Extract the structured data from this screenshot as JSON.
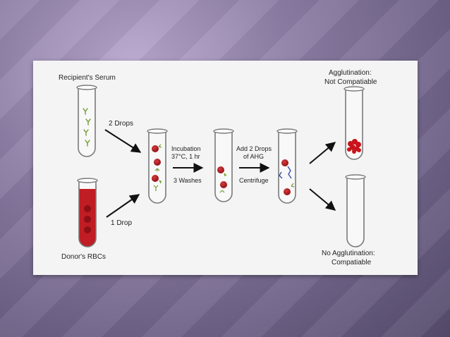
{
  "labels": {
    "recipient_serum": "Recipient's Serum",
    "donor_rbcs": "Donor's RBCs",
    "two_drops": "2 Drops",
    "one_drop": "1 Drop",
    "incubation_line1": "Incubation",
    "incubation_line2": "37°C, 1 hr",
    "washes": "3 Washes",
    "ahg_line1": "Add 2 Drops",
    "ahg_line2": "of AHG",
    "centrifuge": "Centrifuge",
    "agglutination_line1": "Agglutination:",
    "agglutination_line2": "Not Compatiable",
    "no_agglutination_line1": "No Agglutination:",
    "no_agglutination_line2": "Compatiable"
  },
  "colors": {
    "rbc_red": "#b3161d",
    "antibody_green": "#6f9a2e",
    "ahg_blue": "#2f45a8",
    "tube_stroke": "#7a7a7a",
    "arrow": "#111111"
  }
}
